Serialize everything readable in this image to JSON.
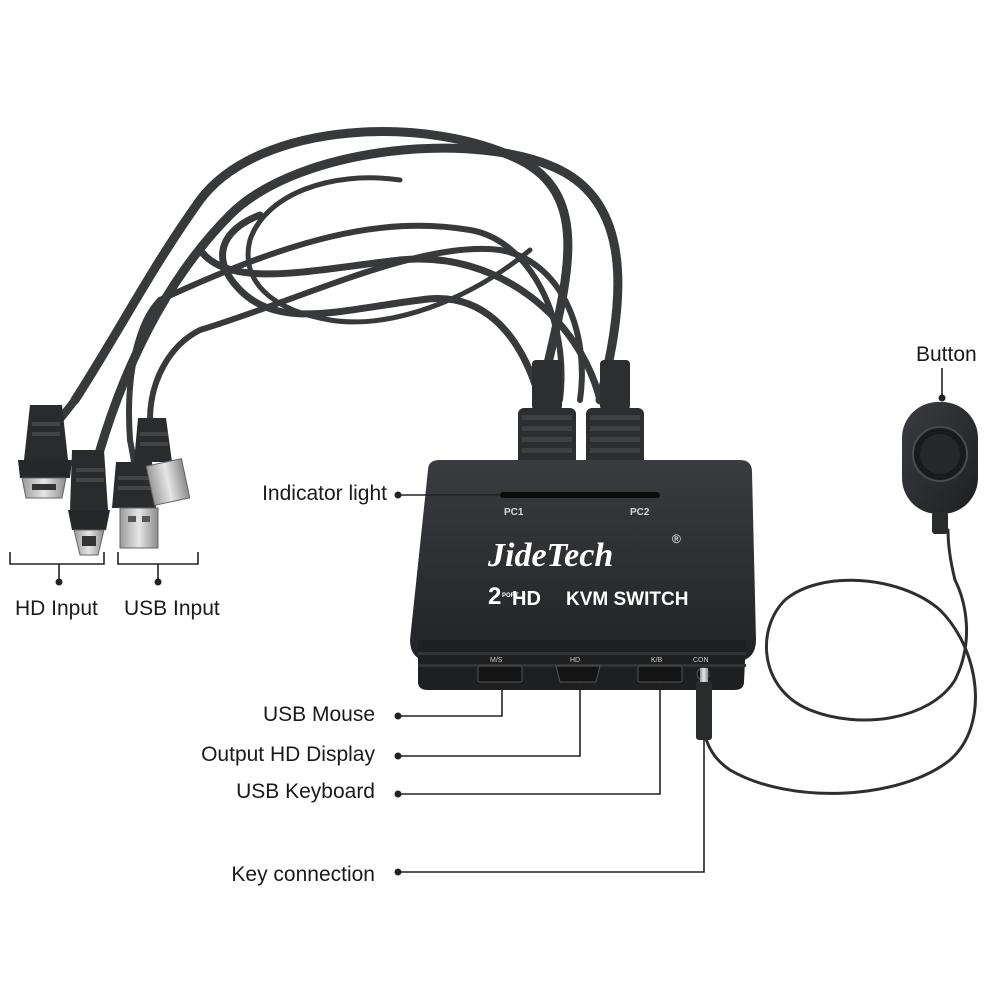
{
  "callouts": {
    "button": "Button",
    "indicator_light": "Indicator light",
    "hd_input": "HD Input",
    "usb_input": "USB Input",
    "usb_mouse": "USB Mouse",
    "output_hd_display": "Output HD Display",
    "usb_keyboard": "USB Keyboard",
    "key_connection": "Key connection"
  },
  "device": {
    "brand": "JideTech",
    "registered_mark": "®",
    "port_count": "2",
    "port_word": "PORT",
    "hd_label": "HD",
    "product_label": "KVM SWITCH",
    "pc1_label": "PC1",
    "pc2_label": "PC2",
    "port_ms": "M/S",
    "port_hd": "HD",
    "port_kb": "K/B",
    "port_con": "CON"
  },
  "colors": {
    "body": "#2b2c2e",
    "cable": "#3a3b3d",
    "line": "#222222",
    "text": "#1a1a1a"
  },
  "icons": {
    "hdmi_connector": "hdmi-connector-icon",
    "usb_connector": "usb-connector-icon",
    "push_button": "push-button-icon"
  }
}
